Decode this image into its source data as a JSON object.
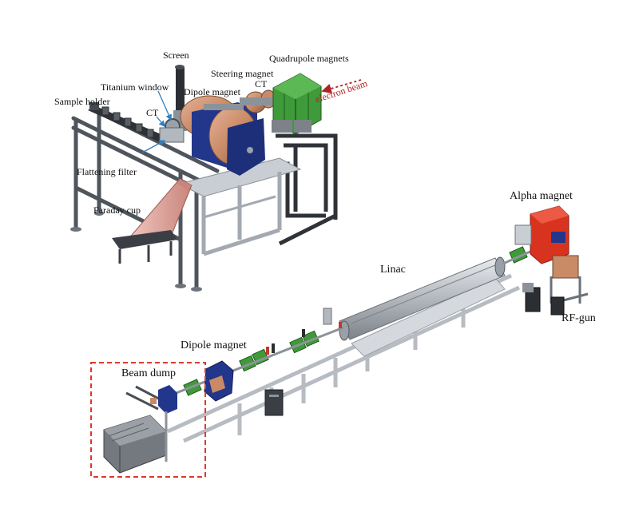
{
  "labels": {
    "screen": "Screen",
    "steering_magnet": "Steering magnet",
    "quadrupole_magnets": "Quadrupole magnets",
    "titanium_window": "Titanium window",
    "ct_top_right": "CT",
    "sample_holder": "Sample holder",
    "dipole_magnet_top": "Dipole magnet",
    "ct_top_left": "CT",
    "electron_beam": "electron beam",
    "flattening_filter": "Flattening filter",
    "faraday_cup": "Faraday cup",
    "alpha_magnet": "Alpha magnet",
    "linac": "Linac",
    "rf_gun": "RF-gun",
    "dipole_magnet_bottom": "Dipole magnet",
    "beam_dump": "Beam dump"
  },
  "colors": {
    "frame_metal": "#5f6670",
    "frame_light": "#c9ced4",
    "quadrupole_green": "#3f9a3a",
    "dipole_blue": "#22368c",
    "copper": "#c98a66",
    "faraday_cup_pink": "#e2a9a2",
    "alpha_red": "#d8331f",
    "linac_silver": "#b3b8be",
    "callout_arrow": "#2f7fc1",
    "beam_dump_box": "#e1372c",
    "electron_beam_arrow": "#b22222"
  }
}
